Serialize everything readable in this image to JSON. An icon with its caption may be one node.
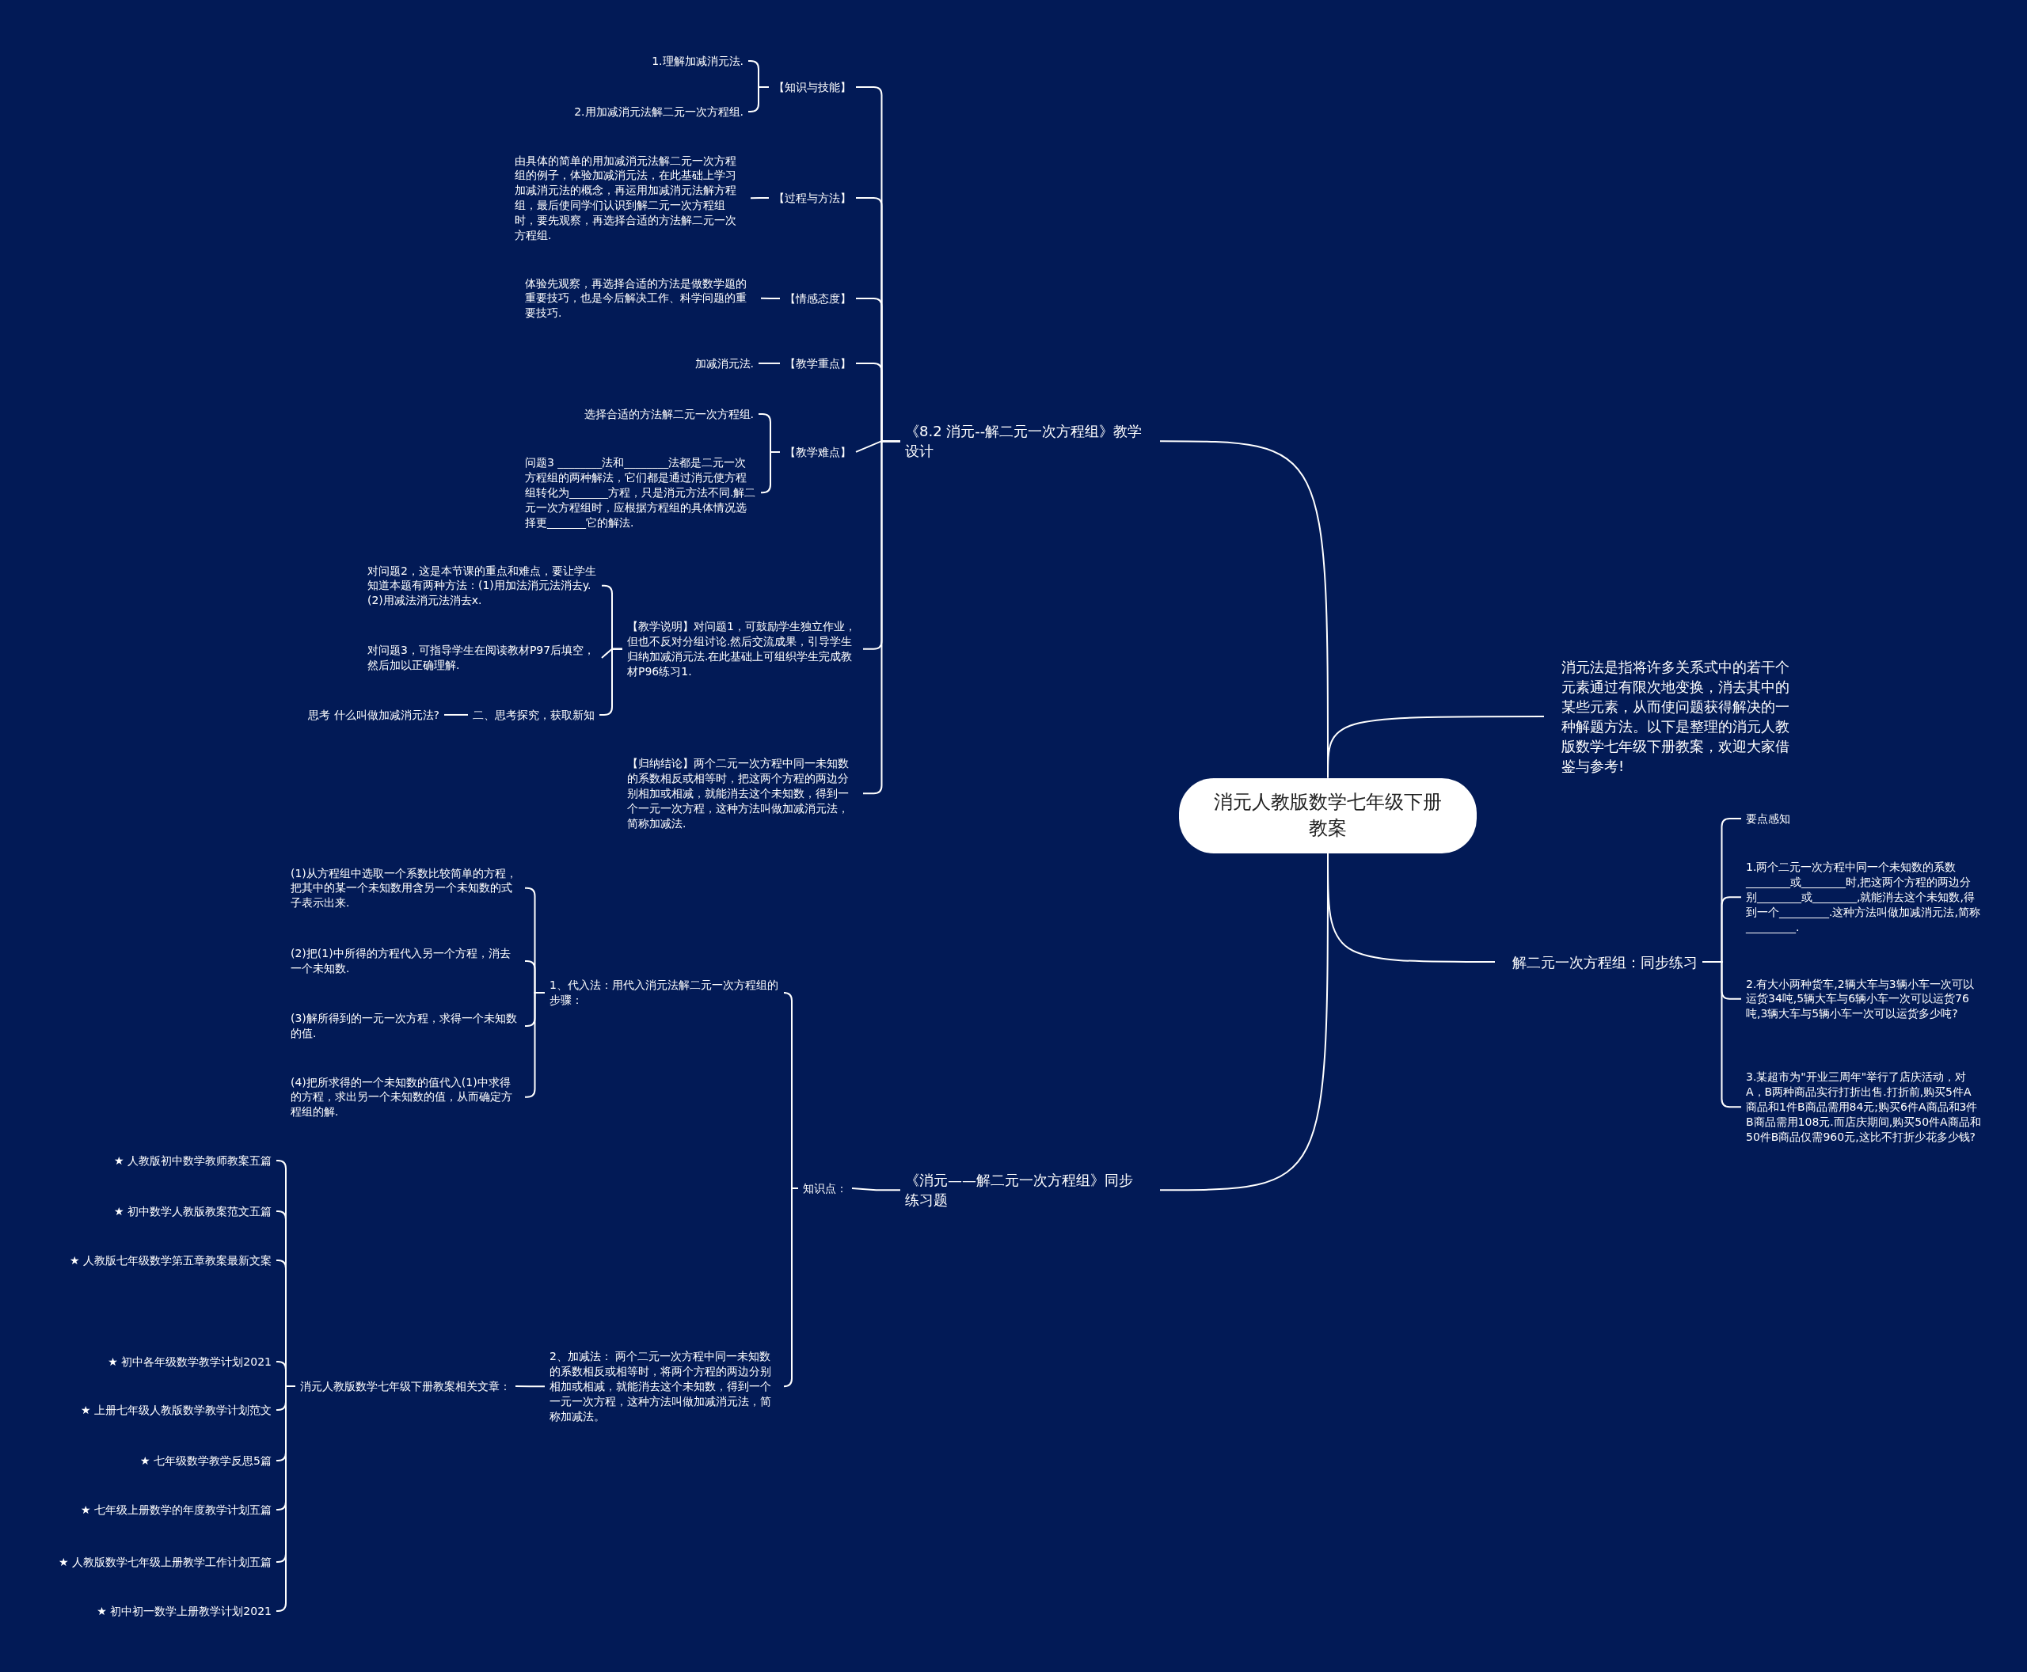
{
  "diagram": {
    "nodes": [
      {
        "text": [
          "消元人教版数学七年级下册教案"
        ]
      },
      {
        "text": [
          "《8.2 消元--解二元一次方程组》教学设计"
        ]
      },
      {
        "text": [
          "【知识与技能】"
        ]
      },
      {
        "text": [
          "1.理解加减消元法."
        ]
      },
      {
        "text": [
          "2.用加减消元法解二元一次方程组."
        ]
      },
      {
        "text": [
          "【过程与方法】"
        ]
      },
      {
        "text": [
          "由具体的简单的用加减消元法解二元一次方程组的例子，体验加减消元法，在此基础上学习加减消元法的概念，再运用加减消元法解方程组，最后使同学们认识到解二元一次方程组时，要先观察，再选择合适的方法解二元一次方程组."
        ]
      },
      {
        "text": [
          "【情感态度】"
        ]
      },
      {
        "text": [
          "体验先观察，再选择合适的方法是做数学题的重要技巧，也是今后解决工作、科学问题的重要技巧."
        ]
      },
      {
        "text": [
          "【教学重点】"
        ]
      },
      {
        "text": [
          "加减消元法."
        ]
      },
      {
        "text": [
          "【教学难点】"
        ]
      },
      {
        "text": [
          "选择合适的方法解二元一次方程组."
        ]
      },
      {
        "text": [
          "问题3 ________法和________法都是二元一次方程组的两种解法，它们都是通过消元使方程组转化为_______方程，只是消元方法不同.解二元一次方程组时，应根据方程组的具体情况选择更_______它的解法."
        ]
      },
      {
        "text": [
          "【教学说明】对问题1，可鼓励学生独立作业，但也不反对分组讨论.然后交流成果，引导学生归纳加减消元法.在此基础上可组织学生完成教材P96练习1."
        ]
      },
      {
        "text": [
          "对问题2，这是本节课的重点和难点，要让学生知道本题有两种方法：(1)用加法消元法消去y.(2)用减法消元法消去x."
        ]
      },
      {
        "text": [
          "对问题3，可指导学生在阅读教材P97后填空，然后加以正确理解."
        ]
      },
      {
        "text": [
          "二、思考探究，获取新知"
        ]
      },
      {
        "text": [
          "思考 什么叫做加减消元法?"
        ]
      },
      {
        "text": [
          "【归纳结论】两个二元一次方程中同一未知数的系数相反或相等时，把这两个方程的两边分别相加或相减，就能消去这个未知数，得到一个一元一次方程，这种方法叫做加减消元法，简称加减法."
        ]
      },
      {
        "text": [
          "消元法是指将许多关系式中的若干个元素通过有限次地变换，消去其中的某些元素，从而使问题获得解决的一种解题方法。以下是整理的消元人教版数学七年级下册教案，欢迎大家借鉴与参考!"
        ]
      },
      {
        "text": [
          "解二元一次方程组：同步练习"
        ]
      },
      {
        "text": [
          "要点感知"
        ]
      },
      {
        "text": [
          "1.两个二元一次方程中同一个未知数的系数________或________时,把这两个方程的两边分别________或________,就能消去这个未知数,得到一个_________.这种方法叫做加减消元法,简称_________."
        ]
      },
      {
        "text": [
          "2.有大小两种货车,2辆大车与3辆小车一次可以运货34吨,5辆大车与6辆小车一次可以运货76吨,3辆大车与5辆小车一次可以运货多少吨?"
        ]
      },
      {
        "text": [
          "3.某超市为\"开业三周年\"举行了店庆活动，对A，B两种商品实行打折出售.打折前,购买5件A商品和1件B商品需用84元;购买6件A商品和3件B商品需用108元.而店庆期间,购买50件A商品和50件B商品仅需960元,这比不打折少花多少钱?"
        ]
      },
      {
        "text": [
          "《消元——解二元一次方程组》同步练习题"
        ]
      },
      {
        "text": [
          "知识点："
        ]
      },
      {
        "text": [
          "1、代入法：用代入消元法解二元一次方程组的步骤："
        ]
      },
      {
        "text": [
          "(1)从方程组中选取一个系数比较简单的方程，把其中的某一个未知数用含另一个未知数的式子表示出来."
        ]
      },
      {
        "text": [
          "(2)把(1)中所得的方程代入另一个方程，消去一个未知数."
        ]
      },
      {
        "text": [
          "(3)解所得到的一元一次方程，求得一个未知数的值."
        ]
      },
      {
        "text": [
          "(4)把所求得的一个未知数的值代入(1)中求得的方程，求出另一个未知数的值，从而确定方程组的解."
        ]
      },
      {
        "text": [
          "2、加减法： 两个二元一次方程中同一未知数的系数相反或相等时，将两个方程的两边分别相加或相减，就能消去这个未知数，得到一个一元一次方程，这种方法叫做加减消元法，简称加减法。"
        ]
      },
      {
        "text": [
          "消元人教版数学七年级下册教案相关文章："
        ]
      },
      {
        "text": [
          "★ 人教版初中数学教师教案五篇"
        ]
      },
      {
        "text": [
          "★ 初中数学人教版教案范文五篇"
        ]
      },
      {
        "text": [
          "★ 人教版七年级数学第五章教案最新文案"
        ]
      },
      {
        "text": [
          "★ 初中各年级数学教学计划2021"
        ]
      },
      {
        "text": [
          "★ 上册七年级人教版数学教学计划范文"
        ]
      },
      {
        "text": [
          "★ 七年级数学教学反思5篇"
        ]
      },
      {
        "text": [
          "★ 七年级上册数学的年度教学计划五篇"
        ]
      },
      {
        "text": [
          "★ 人教版数学七年级上册教学工作计划五篇"
        ]
      },
      {
        "text": [
          "★ 初中初一数学上册教学计划2021"
        ]
      }
    ],
    "edges": [
      {
        "from": 0,
        "to": 1,
        "arrow": "none"
      },
      {
        "from": 1,
        "to": 2,
        "arrow": "none"
      },
      {
        "from": 2,
        "to": 3,
        "arrow": "none"
      },
      {
        "from": 2,
        "to": 4,
        "arrow": "none"
      },
      {
        "from": 1,
        "to": 5,
        "arrow": "none"
      },
      {
        "from": 5,
        "to": 6,
        "arrow": "none"
      },
      {
        "from": 1,
        "to": 7,
        "arrow": "none"
      },
      {
        "from": 7,
        "to": 8,
        "arrow": "none"
      },
      {
        "from": 1,
        "to": 9,
        "arrow": "none"
      },
      {
        "from": 9,
        "to": 10,
        "arrow": "none"
      },
      {
        "from": 1,
        "to": 11,
        "arrow": "none"
      },
      {
        "from": 11,
        "to": 12,
        "arrow": "none"
      },
      {
        "from": 11,
        "to": 13,
        "arrow": "none"
      },
      {
        "from": 1,
        "to": 14,
        "arrow": "none"
      },
      {
        "from": 14,
        "to": 15,
        "arrow": "none"
      },
      {
        "from": 14,
        "to": 16,
        "arrow": "none"
      },
      {
        "from": 14,
        "to": 17,
        "arrow": "none"
      },
      {
        "from": 17,
        "to": 18,
        "arrow": "none"
      },
      {
        "from": 1,
        "to": 19,
        "arrow": "none"
      },
      {
        "from": 0,
        "to": 20,
        "arrow": "none"
      },
      {
        "from": 0,
        "to": 21,
        "arrow": "none"
      },
      {
        "from": 21,
        "to": 22,
        "arrow": "none"
      },
      {
        "from": 21,
        "to": 23,
        "arrow": "none"
      },
      {
        "from": 21,
        "to": 24,
        "arrow": "none"
      },
      {
        "from": 21,
        "to": 25,
        "arrow": "none"
      },
      {
        "from": 0,
        "to": 26,
        "arrow": "none"
      },
      {
        "from": 26,
        "to": 27,
        "arrow": "none"
      },
      {
        "from": 27,
        "to": 28,
        "arrow": "none"
      },
      {
        "from": 28,
        "to": 29,
        "arrow": "none"
      },
      {
        "from": 28,
        "to": 30,
        "arrow": "none"
      },
      {
        "from": 28,
        "to": 31,
        "arrow": "none"
      },
      {
        "from": 28,
        "to": 32,
        "arrow": "none"
      },
      {
        "from": 27,
        "to": 33,
        "arrow": "none"
      },
      {
        "from": 33,
        "to": 34,
        "arrow": "none"
      },
      {
        "from": 34,
        "to": 35,
        "arrow": "none"
      },
      {
        "from": 34,
        "to": 36,
        "arrow": "none"
      },
      {
        "from": 34,
        "to": 37,
        "arrow": "none"
      },
      {
        "from": 34,
        "to": 38,
        "arrow": "none"
      },
      {
        "from": 34,
        "to": 39,
        "arrow": "none"
      },
      {
        "from": 34,
        "to": 40,
        "arrow": "none"
      },
      {
        "from": 34,
        "to": 41,
        "arrow": "none"
      },
      {
        "from": 34,
        "to": 42,
        "arrow": "none"
      },
      {
        "from": 34,
        "to": 43,
        "arrow": "none"
      }
    ]
  }
}
